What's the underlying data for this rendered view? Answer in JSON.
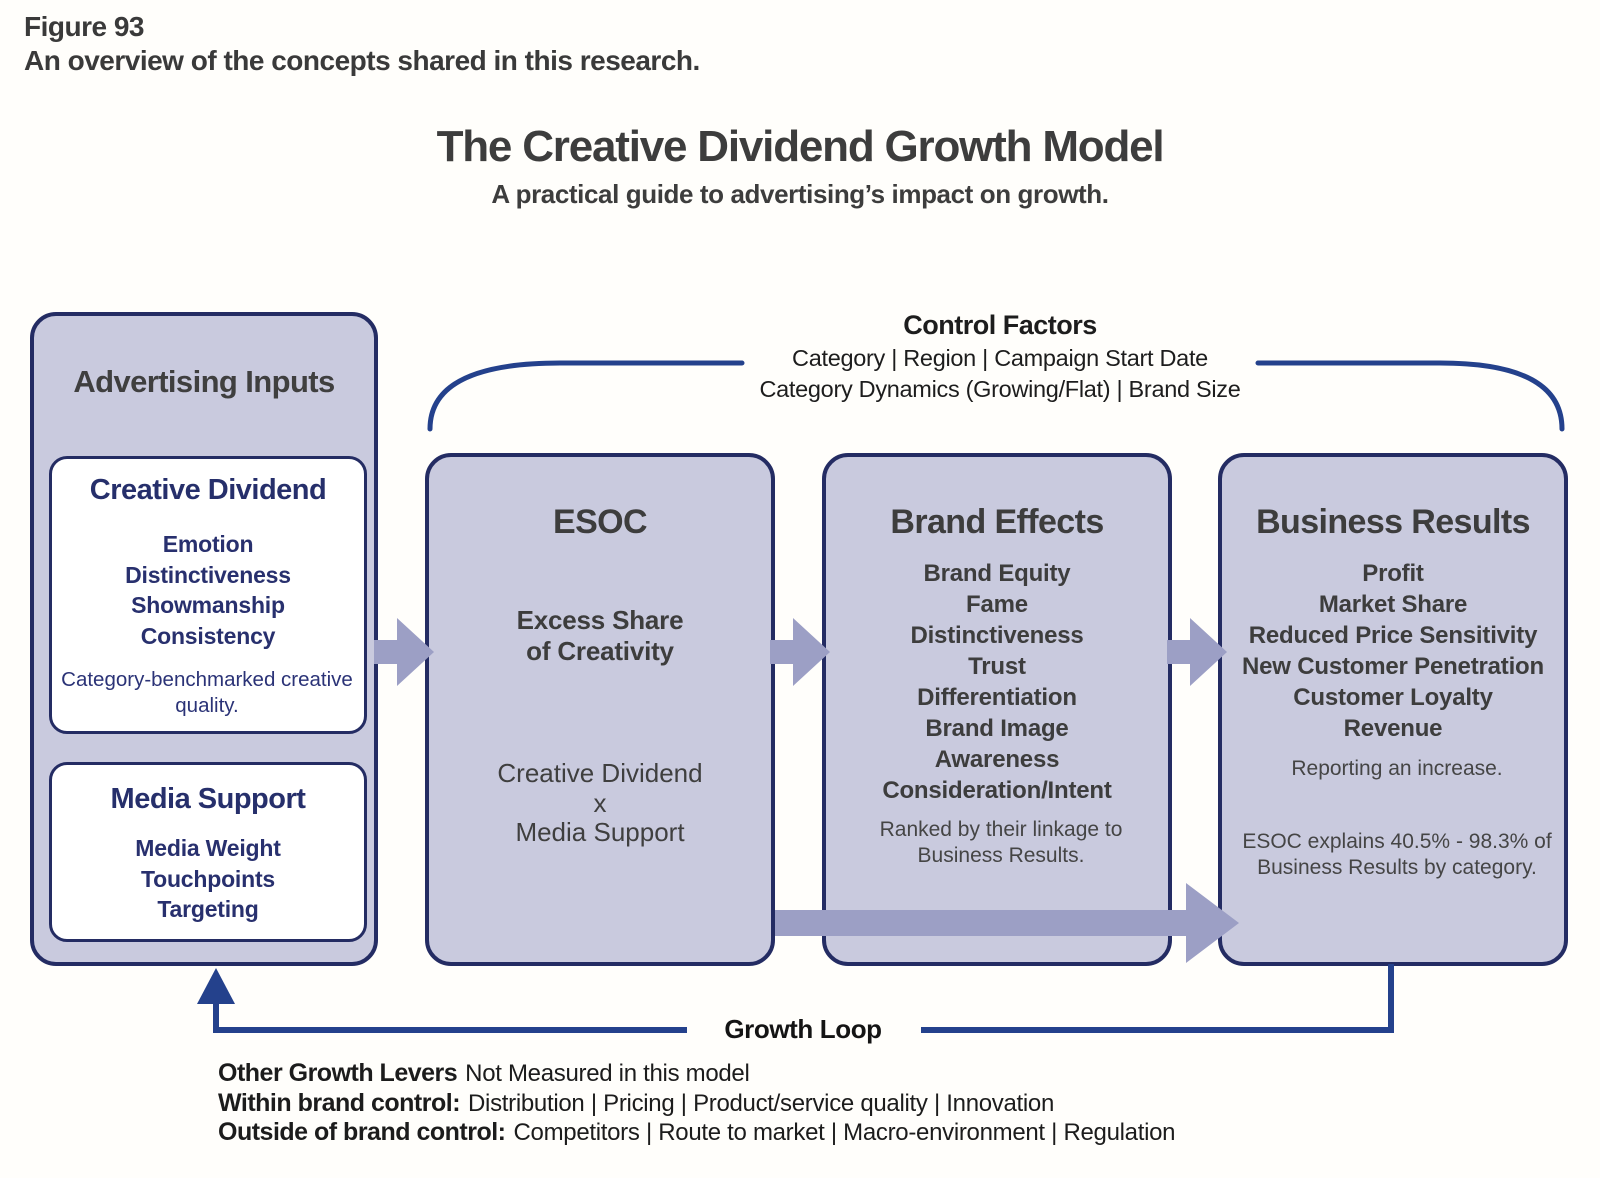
{
  "figure": {
    "label": "Figure 93",
    "caption": "An overview of the concepts shared in this research."
  },
  "title": {
    "main": "The Creative Dividend Growth Model",
    "subtitle": "A practical guide to advertising’s impact on growth."
  },
  "control_factors": {
    "title": "Control Factors",
    "line1": "Category | Region | Campaign Start Date",
    "line2": "Category Dynamics (Growing/Flat) | Brand Size"
  },
  "advertising_inputs": {
    "title": "Advertising Inputs",
    "creative_dividend": {
      "title": "Creative Dividend",
      "items": [
        "Emotion",
        "Distinctiveness",
        "Showmanship",
        "Consistency"
      ],
      "note": "Category-benchmarked creative quality."
    },
    "media_support": {
      "title": "Media Support",
      "items": [
        "Media Weight",
        "Touchpoints",
        "Targeting"
      ]
    }
  },
  "esoc": {
    "title": "ESOC",
    "subtitle_line1": "Excess Share",
    "subtitle_line2": "of Creativity",
    "formula": [
      "Creative Dividend",
      "x",
      "Media Support"
    ]
  },
  "brand_effects": {
    "title": "Brand Effects",
    "items": [
      "Brand Equity",
      "Fame",
      "Distinctiveness",
      "Trust",
      "Differentiation",
      "Brand Image",
      "Awareness",
      "Consideration/Intent"
    ],
    "note": "Ranked by their linkage to Business Results."
  },
  "business_results": {
    "title": "Business Results",
    "items": [
      "Profit",
      "Market Share",
      "Reduced Price Sensitivity",
      "New Customer Penetration",
      "Customer Loyalty",
      "Revenue"
    ],
    "note": "Reporting an increase.",
    "stat": "ESOC explains 40.5% - 98.3% of Business Results by category."
  },
  "growth_loop": {
    "label": "Growth Loop"
  },
  "other_growth_levers": {
    "heading": "Other Growth Levers",
    "heading_note": "Not Measured in this model",
    "within_label": "Within brand control:",
    "within_items": "Distribution | Pricing | Product/service quality | Innovation",
    "outside_label": "Outside of brand control:",
    "outside_items": "Competitors | Route to market | Macro-environment | Regulation"
  },
  "colors": {
    "box_fill": "#c9cade",
    "box_border": "#242c63",
    "navy_text": "#28306e",
    "flow_arrow": "#9c9fc5",
    "loop_line": "#24418c",
    "dark_text": "#3d3d3d"
  }
}
